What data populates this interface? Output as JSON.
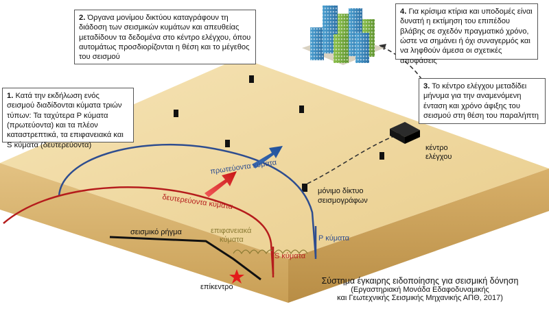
{
  "boxes": {
    "b1": {
      "num": "1.",
      "text": "Κατά την εκδήλωση ενός σεισμού διαδίδονται κύματα τριών τύπων: Τα ταχύτερα P κύματα (πρωτεύοντα) και τα πλέον καταστρεπτικά, τα επιφανειακά και S κύματα (δευτερεύοντα)"
    },
    "b2": {
      "num": "2.",
      "text": "Όργανα μονίμου δικτύου καταγράφουν τη διάδοση των σεισμικών κυμάτων και απευθείας μεταδίδουν τα δεδομένα στο κέντρο ελέγχου, όπου αυτομάτως προσδιορίζονται η θέση και το μέγεθος του σεισμού"
    },
    "b3": {
      "num": "3.",
      "text": "Το κέντρο ελέγχου μεταδίδει μήνυμα για την αναμενόμενη ένταση και χρόνο άφιξης του σεισμού στη θέση του παραλήπτη"
    },
    "b4": {
      "num": "4.",
      "text": "Για κρίσιμα κτίρια και υποδομές είναι δυνατή η εκτίμηση του επιπέδου βλάβης σε σχεδόν πραγματικό χρόνο, ώστε να σημάνει ή όχι συναγερμός και να ληφθούν άμεσα οι σχετικές αποφάσεις"
    }
  },
  "labels": {
    "primary_waves": "πρωτεύοντα κύματα",
    "secondary_waves": "δευτερεύοντα κύματα",
    "surface_waves_1": "επιφανειακά",
    "surface_waves_2": "κύματα",
    "fault": "σεισμικό ρήγμα",
    "epicenter": "επίκεντρο",
    "s_waves": "S κύματα",
    "p_waves": "P κύματα",
    "network_1": "μόνιμο δίκτυο",
    "network_2": "σεισμογράφων",
    "control_1": "κέντρο",
    "control_2": "ελέγχου"
  },
  "caption": {
    "line1": "Σύστημα έγκαιρης ειδοποίησης για σεισμική δόνηση",
    "line2": "(Εργαστηριακή Μονάδα Εδαφοδυναμικής",
    "line3": "και Γεωτεχνικής Σεισμικής Μηχανικής ΑΠΘ, 2017)"
  },
  "colors": {
    "ground_top": "#f0d9a0",
    "ground_side": "#d7b46e",
    "p_wave": "#2e4d8f",
    "s_wave": "#b51c1c",
    "surface_wave": "#8a7a33",
    "epicenter": "#e31b1b"
  }
}
